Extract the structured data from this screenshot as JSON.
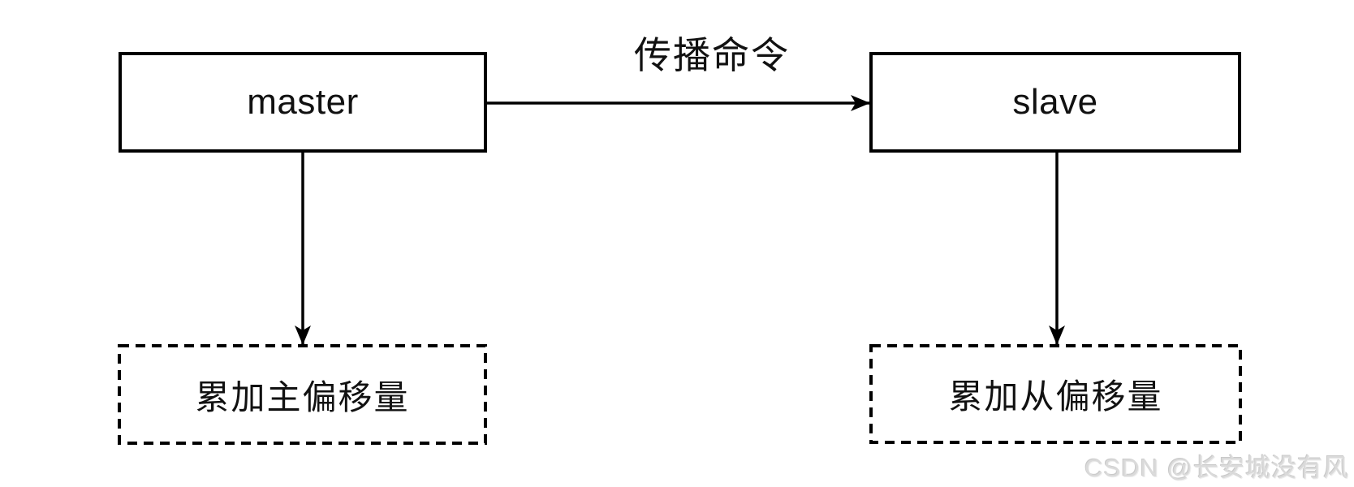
{
  "page": {
    "background": "#ffffff"
  },
  "diagram": {
    "nodes": [
      {
        "id": "master",
        "label": "master",
        "shape": "solid-rect"
      },
      {
        "id": "slave",
        "label": "slave",
        "shape": "solid-rect"
      },
      {
        "id": "master_offset",
        "label": "累加主偏移量",
        "shape": "dashed-rect"
      },
      {
        "id": "slave_offset",
        "label": "累加从偏移量",
        "shape": "dashed-rect"
      }
    ],
    "edges": [
      {
        "from": "master",
        "to": "slave",
        "label": "传播命令",
        "style": "solid-arrow"
      },
      {
        "from": "master",
        "to": "master_offset",
        "label": "",
        "style": "solid-arrow"
      },
      {
        "from": "slave",
        "to": "slave_offset",
        "label": "",
        "style": "solid-arrow"
      }
    ],
    "colors": {
      "stroke": "#000000",
      "node_fill": "#ffffff",
      "text": "#111111"
    }
  },
  "watermark": {
    "text": "CSDN @长安城没有风",
    "color": "#dadada"
  }
}
